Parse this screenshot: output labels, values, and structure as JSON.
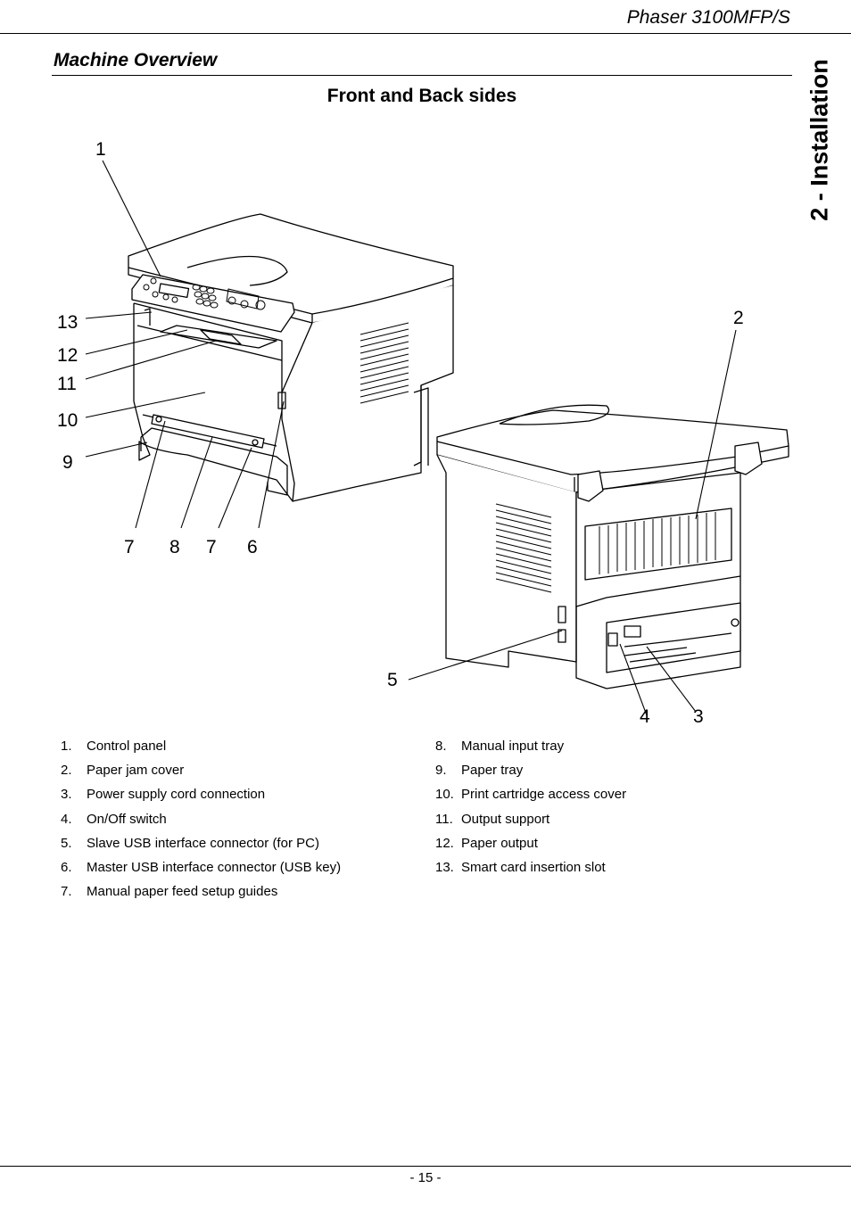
{
  "header": {
    "model": "Phaser 3100MFP/S"
  },
  "section": {
    "title": "Machine Overview"
  },
  "side_tab": {
    "label": "2 - Installation"
  },
  "subtitle": "Front and Back sides",
  "figure": {
    "callouts": [
      "1",
      "2",
      "3",
      "4",
      "5",
      "6",
      "7",
      "7",
      "8",
      "9",
      "10",
      "11",
      "12",
      "13"
    ]
  },
  "legend": {
    "left": [
      {
        "num": "1.",
        "text": "Control panel"
      },
      {
        "num": "2.",
        "text": "Paper jam cover"
      },
      {
        "num": "3.",
        "text": "Power supply cord connection"
      },
      {
        "num": "4.",
        "text": "On/Off switch"
      },
      {
        "num": "5.",
        "text": "Slave USB interface connector (for PC)"
      },
      {
        "num": "6.",
        "text": "Master USB interface connector (USB key)"
      },
      {
        "num": "7.",
        "text": "Manual paper feed setup guides"
      }
    ],
    "right": [
      {
        "num": "8.",
        "text": "Manual input tray"
      },
      {
        "num": "9.",
        "text": "Paper tray"
      },
      {
        "num": "10.",
        "text": "Print cartridge access cover"
      },
      {
        "num": "11.",
        "text": "Output support"
      },
      {
        "num": "12.",
        "text": "Paper output"
      },
      {
        "num": "13.",
        "text": "Smart card insertion slot"
      }
    ]
  },
  "footer": {
    "page": "- 15 -"
  }
}
